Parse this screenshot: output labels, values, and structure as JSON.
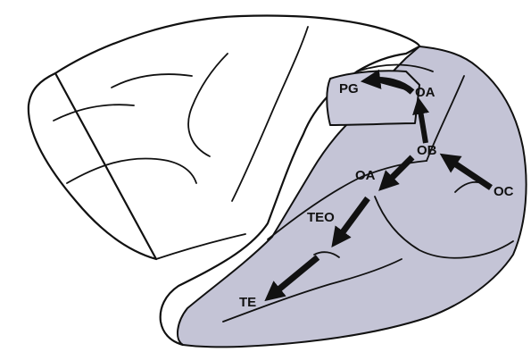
{
  "colors": {
    "shaded_region": "#c4c4d6",
    "outline": "#111111",
    "arrow": "#111111",
    "background": "#ffffff"
  },
  "labels": {
    "pg": "PG",
    "oa_upper": "OA",
    "ob": "OB",
    "oc": "OC",
    "oa_lower": "OA",
    "teo": "TEO",
    "te": "TE"
  },
  "pathways": {
    "dorsal": [
      "OC",
      "OB",
      "OA",
      "PG"
    ],
    "ventral": [
      "OC",
      "OB",
      "OA",
      "TEO",
      "TE"
    ]
  }
}
